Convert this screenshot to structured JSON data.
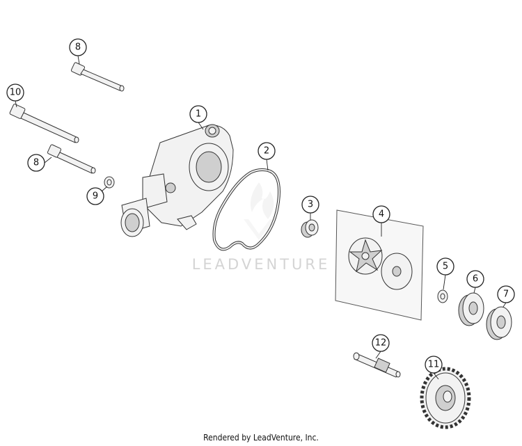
{
  "watermark": "LEADVENTURE",
  "footer": "Rendered by LeadVenture, Inc.",
  "callouts": {
    "c1": "1",
    "c2": "2",
    "c3": "3",
    "c4": "4",
    "c5": "5",
    "c6": "6",
    "c7": "7",
    "c8a": "8",
    "c8b": "8",
    "c9": "9",
    "c10": "10",
    "c11": "11",
    "c12": "12"
  }
}
